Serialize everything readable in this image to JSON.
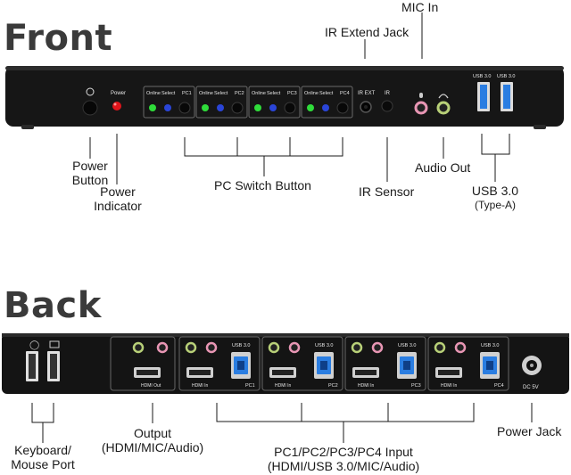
{
  "front": {
    "title": "Front",
    "panel": {
      "power_key": "Power",
      "port_tags": [
        "PC1",
        "PC2",
        "PC3",
        "PC4"
      ],
      "online_key": "Online",
      "select_key": "Select",
      "ir_ext_key": "IR EXT",
      "ir_key": "IR",
      "usb_key": "USB 3.0"
    },
    "callouts": {
      "power_button": [
        "Power",
        "Button"
      ],
      "power_indicator": [
        "Power",
        "Indicator"
      ],
      "pc_switch": "PC Switch Button",
      "ir_extend": "IR Extend Jack",
      "ir_sensor": "IR Sensor",
      "mic_in": "MIC In",
      "audio_out": "Audio Out",
      "usb30": "USB 3.0",
      "usb30_type": "(Type-A)"
    }
  },
  "back": {
    "title": "Back",
    "panel": {
      "hdmi_out": "HDMI Out",
      "hdmi_in": "HDMI In",
      "usb_key": "USB 3.0",
      "pcs": [
        "PC1",
        "PC2",
        "PC3",
        "PC4"
      ],
      "dc": "DC 5V"
    },
    "callouts": {
      "keyboard_mouse": [
        "Keyboard/",
        "Mouse Port"
      ],
      "output": [
        "Output",
        "(HDMI/MIC/Audio)"
      ],
      "pc_inputs": [
        "PC1/PC2/PC3/PC4 Input",
        "(HDMI/USB 3.0/MIC/Audio)"
      ],
      "power_jack": "Power Jack"
    }
  }
}
